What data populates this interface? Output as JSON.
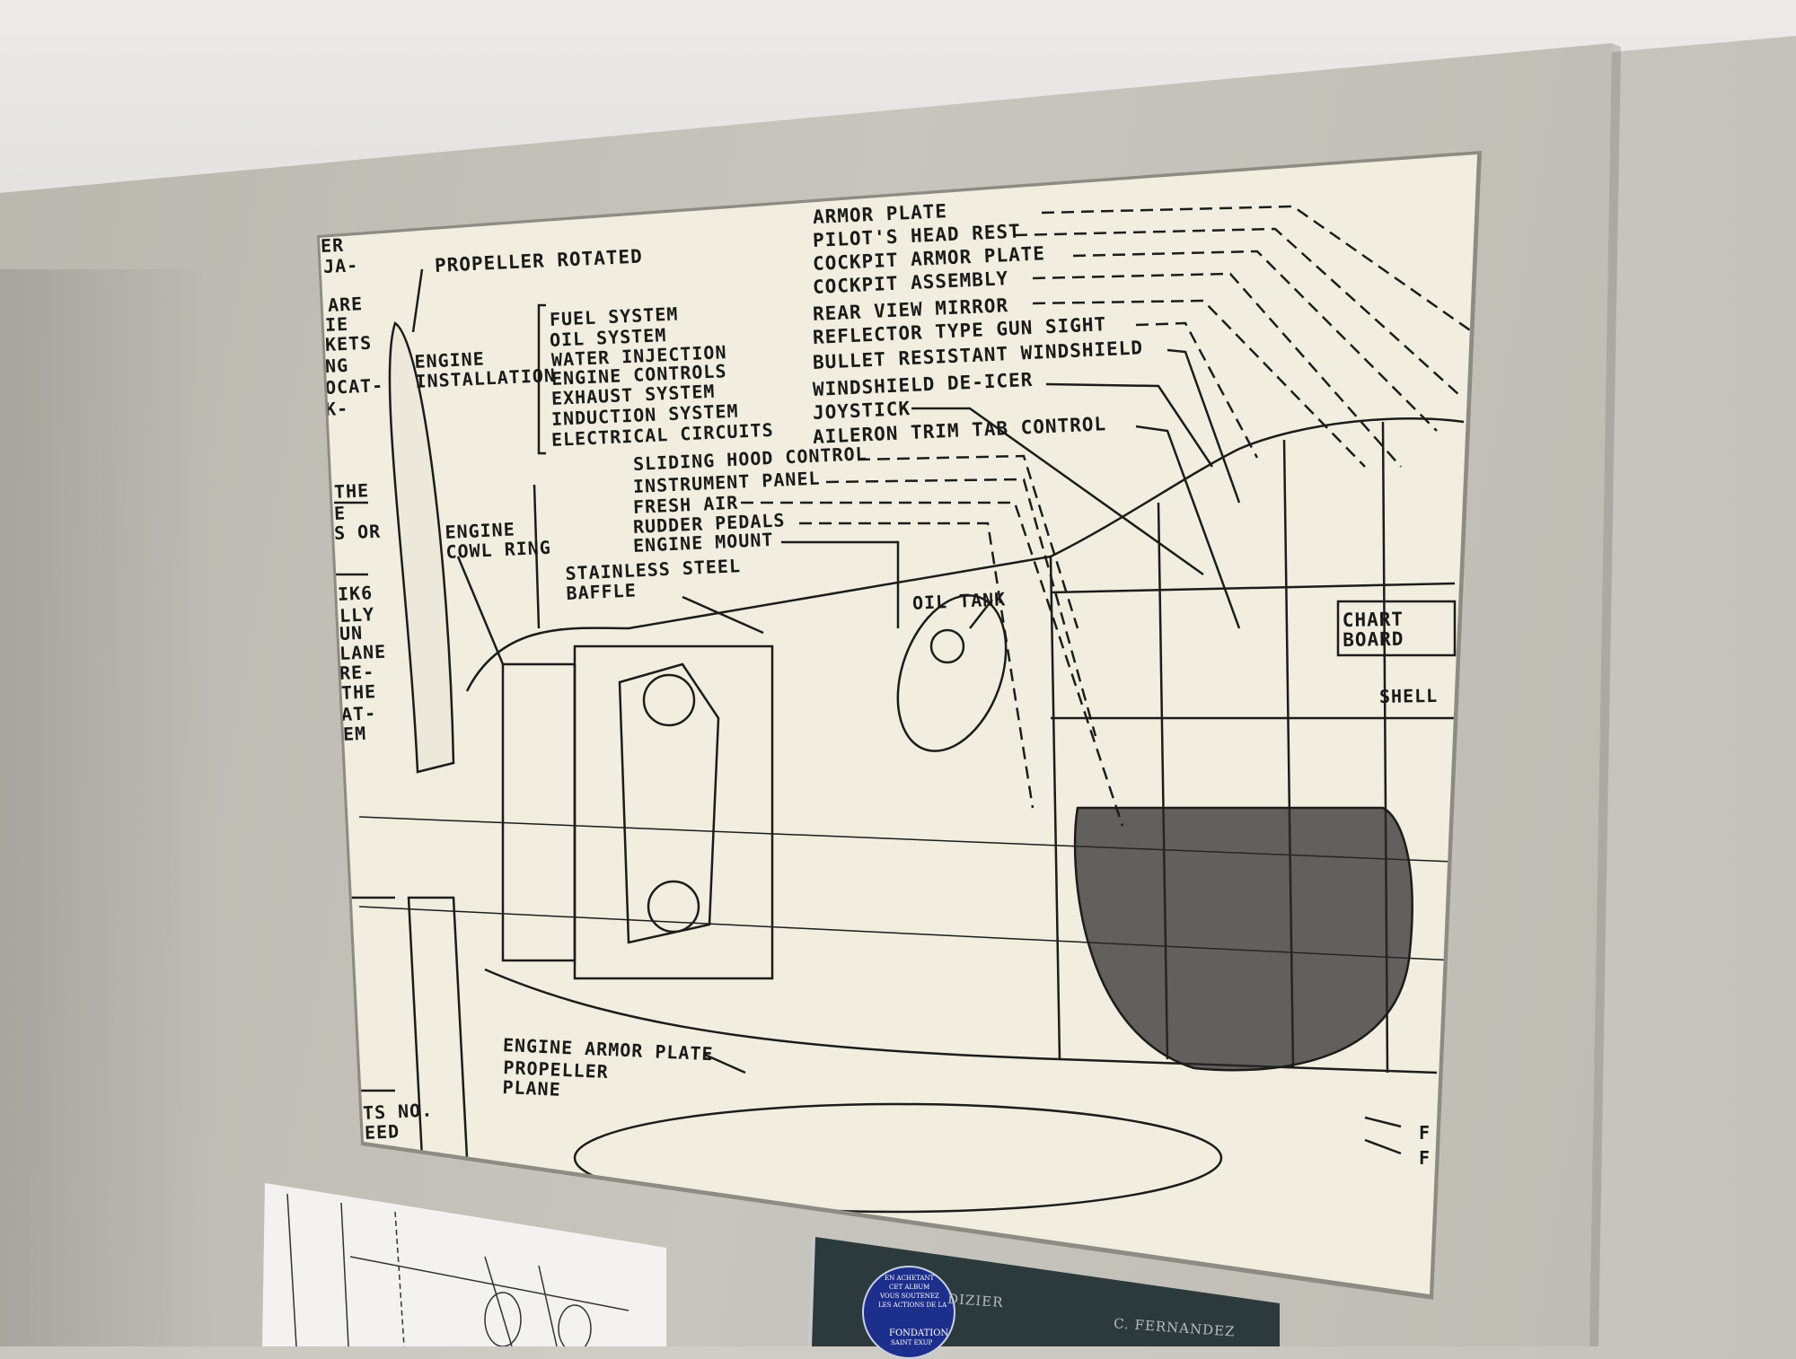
{
  "scene": "photo of a framed aircraft cutaway drawing on a wall",
  "drawing_labels": {
    "propeller_rotated": "PROPELLER ROTATED",
    "engine_installation": "ENGINE\nINSTALLATION",
    "systems": [
      "FUEL SYSTEM",
      "OIL SYSTEM",
      "WATER INJECTION",
      "ENGINE CONTROLS",
      "EXHAUST SYSTEM",
      "INDUCTION SYSTEM",
      "ELECTRICAL CIRCUITS"
    ],
    "right_column": [
      "ARMOR PLATE",
      "PILOT'S HEAD REST",
      "COCKPIT ARMOR PLATE",
      "COCKPIT ASSEMBLY",
      "REAR VIEW MIRROR",
      "REFLECTOR TYPE GUN SIGHT",
      "BULLET RESISTANT WINDSHIELD",
      "WINDSHIELD DE-ICER",
      "JOYSTICK",
      "AILERON TRIM TAB CONTROL"
    ],
    "middle_column": [
      "SLIDING HOOD CONTROL",
      "INSTRUMENT PANEL",
      "FRESH AIR",
      "RUDDER PEDALS",
      "ENGINE MOUNT"
    ],
    "engine_cowl_ring": "ENGINE\nCOWL RING",
    "stainless_steel_baffle": "STAINLESS STEEL\nBAFFLE",
    "oil_tank": "OIL TANK",
    "chart_board": "CHART\nBOARD",
    "shell": "SHELL",
    "engine_armor_plate": "ENGINE ARMOR PLATE",
    "propeller_plane": "PROPELLER\nPLANE",
    "cut_left_fragments": [
      "ER",
      "JA-",
      "ARE",
      "IE",
      "KETS",
      "NG",
      "OCAT-",
      "K-",
      "THE",
      "E",
      "S OR",
      "IK6",
      "LLY",
      "UN",
      "LANE",
      "RE-",
      "THE",
      "AT-",
      "EM",
      "TS NO.",
      "EED"
    ],
    "cut_right_fragments": [
      "F",
      "F"
    ]
  },
  "book": {
    "title_fragment": "DIZIER",
    "author_fragment": "C. FERNANDEZ",
    "logo_text": [
      "EN ACHETANT",
      "CET ALBUM",
      "VOUS SOUTENEZ",
      "LES ACTIONS DE LA",
      "FONDATION",
      "SAINT EXUP"
    ]
  }
}
